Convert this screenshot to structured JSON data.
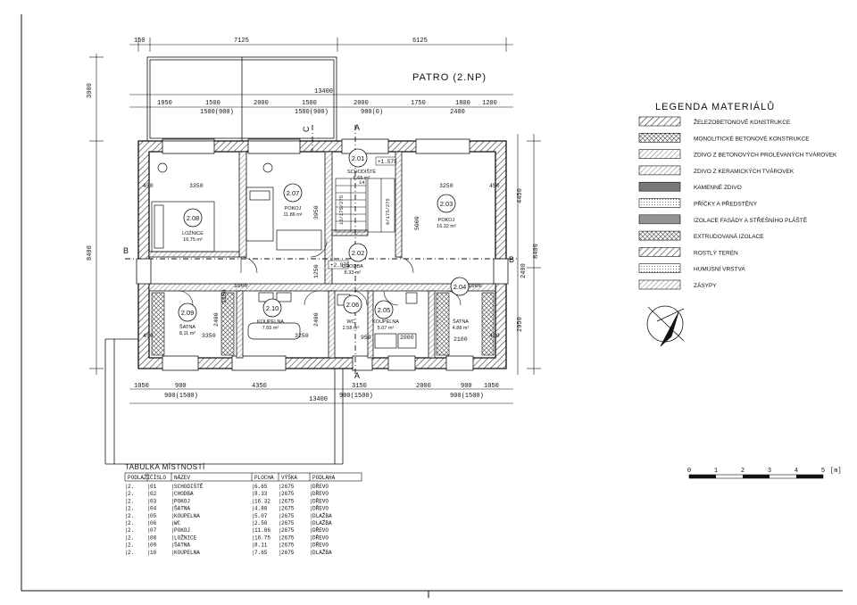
{
  "floor_title": "PATRO (2.NP)",
  "dims": {
    "top1": [
      "150",
      "7125",
      "6125"
    ],
    "top2": [
      "1950",
      "1500",
      "2000",
      "1500",
      "2000",
      "1750",
      "1800",
      "1200"
    ],
    "top2_sub": [
      "1500(900)",
      "1500(900)",
      "900(0)",
      "2400"
    ],
    "top_total": "13400",
    "left": [
      "3000",
      "8400"
    ],
    "right": [
      "4450",
      "8400",
      "2400",
      "2950"
    ],
    "bottom1": [
      "1050",
      "900",
      "4350",
      "3150",
      "2000",
      "900",
      "1050"
    ],
    "bottom1_sub": [
      "900(1500)",
      "900(1500)",
      "900(1500)"
    ],
    "bottom_total": "13400"
  },
  "inner_dims": [
    "3350",
    "3250",
    "5000",
    "3950",
    "3350",
    "3250",
    "1250",
    "2100",
    "2400",
    "2400",
    "950",
    "2000",
    "1250",
    "450",
    "450",
    "450",
    "450",
    "1000",
    "1000"
  ],
  "section_marks": {
    "a": "A",
    "b": "B",
    "c": "C"
  },
  "levels": [
    "+1.575",
    "+2.975"
  ],
  "stair": {
    "label": "SCHODIŠTĚ",
    "area": "6.65 m²",
    "steps": [
      "14",
      "15/175/275",
      "9/175/275"
    ]
  },
  "rooms": [
    {
      "no": "2.01",
      "name": "SCHODIŠTĚ",
      "area": "6.65 m²"
    },
    {
      "no": "2.02",
      "name": "CHODBA",
      "area": "8.33 m²"
    },
    {
      "no": "2.03",
      "name": "POKOJ",
      "area": "16.32 m²"
    },
    {
      "no": "2.04",
      "name": "ŠATNA",
      "area": "4.88 m²"
    },
    {
      "no": "2.05",
      "name": "KOUPELNA",
      "area": "5.07 m²"
    },
    {
      "no": "2.06",
      "name": "WC",
      "area": "2.58 m²"
    },
    {
      "no": "2.07",
      "name": "POKOJ",
      "area": "11.86 m²"
    },
    {
      "no": "2.08",
      "name": "LOŽNICE",
      "area": "16.75 m²"
    },
    {
      "no": "2.09",
      "name": "ŠATNA",
      "area": "8.11 m²"
    },
    {
      "no": "2.10",
      "name": "KOUPELNA",
      "area": "7.65 m²"
    }
  ],
  "legend": {
    "title": "LEGENDA MATERIÁLŮ",
    "items": [
      "ŽELEZOBETONOVÉ KONSTRUKCE",
      "MONOLITICKÉ BETONOVÉ KONSTRUKCE",
      "ZDIVO Z BETONOVÝCH PROLÉVANÝCH TVÁROVEK",
      "ZDIVO Z KERAMICKÝCH TVÁROVEK",
      "KAMENNÉ ZDIVO",
      "PŘÍČKY A PŘEDSTĚNY",
      "IZOLACE FASÁDY A STŘEŠNÍHO PLÁŠTĚ",
      "EXTRUDOVANÁ IZOLACE",
      "ROSTLÝ TERÉN",
      "HUMUSNÍ VRSTVA",
      "ZÁSYPY"
    ]
  },
  "scale": {
    "ticks": [
      "0",
      "1",
      "2",
      "3",
      "4",
      "5"
    ],
    "unit": "[m]"
  },
  "table": {
    "title": "TABULKA MÍSTNOSTÍ",
    "headers": [
      "PODLAŽÍ",
      "ČÍSLO",
      "NÁZEV",
      "PLOCHA",
      "VÝŠKA",
      "PODLAHA"
    ],
    "rows": [
      [
        "2.",
        "01",
        "SCHODIŠTĚ",
        "6.65",
        "2675",
        "DŘEVO"
      ],
      [
        "2.",
        "02",
        "CHODBA",
        "8.33",
        "2675",
        "DŘEVO"
      ],
      [
        "2.",
        "03",
        "POKOJ",
        "16.32",
        "2675",
        "DŘEVO"
      ],
      [
        "2.",
        "04",
        "ŠATNA",
        "4.88",
        "2675",
        "DŘEVO"
      ],
      [
        "2.",
        "05",
        "KOUPELNA",
        "5.07",
        "2675",
        "DLAŽBA"
      ],
      [
        "2.",
        "06",
        "WC",
        "2.58",
        "2675",
        "DLAŽBA"
      ],
      [
        "2.",
        "07",
        "POKOJ",
        "11.86",
        "2675",
        "DŘEVO"
      ],
      [
        "2.",
        "08",
        "LOŽNICE",
        "16.75",
        "2675",
        "DŘEVO"
      ],
      [
        "2.",
        "09",
        "ŠATNA",
        "8.11",
        "2675",
        "DŘEVO"
      ],
      [
        "2.",
        "10",
        "KOUPELNA",
        "7.65",
        "2675",
        "DLAŽBA"
      ]
    ]
  }
}
